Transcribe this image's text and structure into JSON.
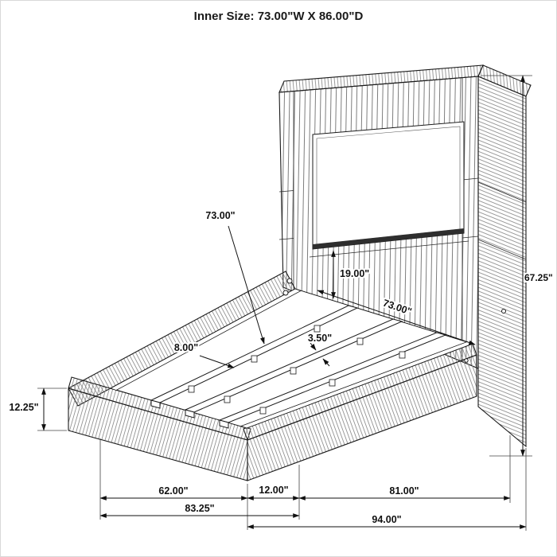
{
  "title": "Inner Size: 73.00\"W X 86.00\"D",
  "accent_color": "#1a1a1a",
  "dims": {
    "slat_length": "73.00\"",
    "panel_to_deck_height": "19.00\"",
    "headboard_height": "67.25\"",
    "inner_width": "73.00\"",
    "slat_width": "3.50\"",
    "slat_support_height": "8.00\"",
    "base_height": "12.25\"",
    "footboard_inner_width": "62.00\"",
    "front_corner_offset": "12.00\"",
    "side_rail_length": "81.00\"",
    "outer_width": "83.25\"",
    "outer_depth": "94.00\""
  }
}
